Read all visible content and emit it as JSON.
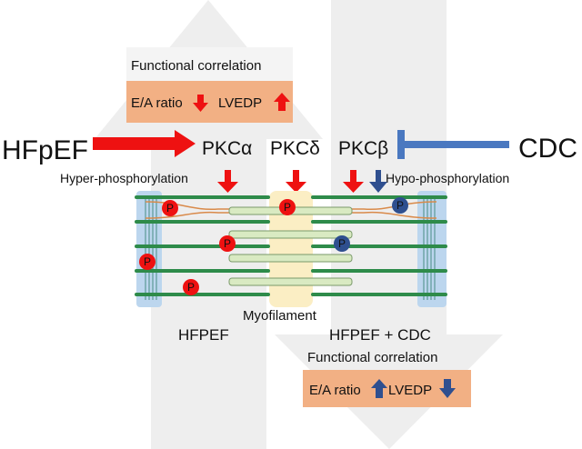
{
  "top_box": {
    "title": "Functional correlation",
    "ea_label": "E/A ratio",
    "lvedp_label": "LVEDP"
  },
  "bottom_box": {
    "title": "Functional correlation",
    "ea_label": "E/A ratio",
    "lvedp_label": "LVEDP"
  },
  "labels": {
    "hfpef_left": "HFpEF",
    "cdc": "CDC",
    "pkc_alpha": "PKCα",
    "pkc_delta": "PKCδ",
    "pkc_beta": "PKCβ",
    "hyper": "Hyper-phosphorylation",
    "hypo": "Hypo-phosphorylation",
    "myofilament": "Myofilament",
    "group_hfpef": "HFPEF",
    "group_hfpef_cdc": "HFPEF + CDC",
    "phospho": "P"
  },
  "colors": {
    "red": "#ee1111",
    "blue": "#4a78c0",
    "dark_blue": "#2f4f8f",
    "orange_box": "#f2b084",
    "gray_arrow": "#eeeeee",
    "actin": "#2e8b4a",
    "myosin": "#d9eac2",
    "z_disc": "#bcd6ee",
    "m_line": "#fbeec4"
  }
}
